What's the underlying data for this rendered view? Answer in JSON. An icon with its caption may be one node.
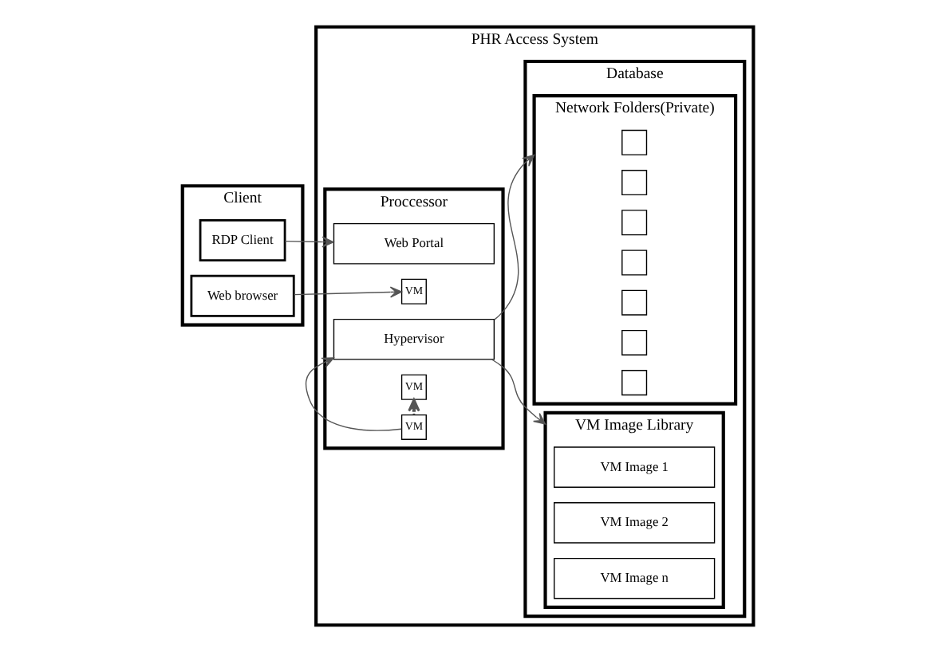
{
  "diagram": {
    "nodes": [
      {
        "text": [
          "Client"
        ]
      },
      {
        "text": [
          "RDP Client"
        ],
        "in": 0
      },
      {
        "text": [
          "Web browser"
        ],
        "in": 0
      },
      {
        "text": [
          "PHR Access System"
        ]
      },
      {
        "text": [
          "Proccessor"
        ],
        "in": 3
      },
      {
        "text": [
          "Web Portal"
        ],
        "in": 4
      },
      {
        "text": [
          "Hypervisor"
        ],
        "in": 4
      },
      {
        "text": [
          "VM"
        ],
        "in": 4
      },
      {
        "text": [
          "VM"
        ],
        "in": 4
      },
      {
        "text": [
          "VM"
        ],
        "in": 4
      },
      {
        "text": [
          "Database"
        ],
        "in": 3
      },
      {
        "text": [
          "Network Folders(Private)"
        ],
        "in": 10
      },
      {
        "text": [],
        "shape": "box",
        "in": 11
      },
      {
        "text": [],
        "shape": "box",
        "in": 11
      },
      {
        "text": [],
        "shape": "box",
        "in": 11
      },
      {
        "text": [],
        "shape": "box",
        "in": 11
      },
      {
        "text": [],
        "shape": "box",
        "in": 11
      },
      {
        "text": [],
        "shape": "box",
        "in": 11
      },
      {
        "text": [],
        "shape": "box",
        "in": 11
      },
      {
        "text": [
          "VM Image Library"
        ],
        "in": 10
      },
      {
        "text": [
          "VM Image 1"
        ],
        "in": 19
      },
      {
        "text": [
          "VM Image 2"
        ],
        "in": 19
      },
      {
        "text": [
          "VM Image n"
        ],
        "in": 19
      }
    ],
    "edges": [
      {
        "from": 1,
        "to": 5,
        "arrow": "to"
      },
      {
        "from": 2,
        "to": 7,
        "arrow": "to"
      },
      {
        "from": 8,
        "to": 6,
        "arrow": "to"
      },
      {
        "from": 8,
        "to": 9,
        "arrow": "to",
        "style": "dashed"
      },
      {
        "from": 6,
        "to": 11,
        "arrow": "to"
      },
      {
        "from": 6,
        "to": 19,
        "arrow": "to"
      }
    ]
  }
}
